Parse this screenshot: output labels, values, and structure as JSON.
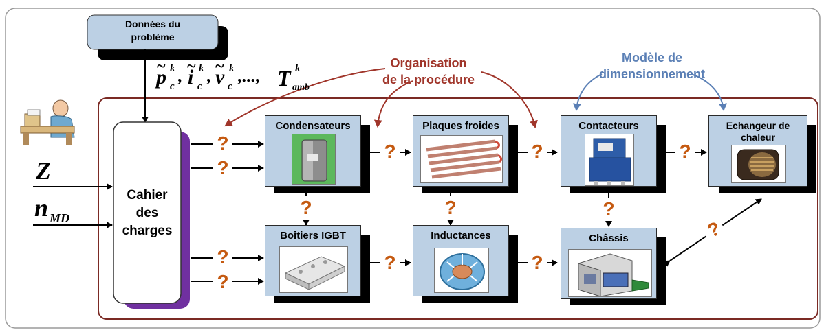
{
  "problem_data": "Données du\nproblème",
  "input_vars": {
    "pc": "p",
    "pc_sub": "c",
    "pc_sup": "k",
    "ic": "i",
    "ic_sub": "c",
    "ic_sup": "k",
    "vc": "v",
    "vc_sub": "c",
    "vc_sup": "k",
    "dots": ",...,",
    "tamb": "T",
    "tamb_sub": "amb",
    "tamb_sup": "k",
    "sep": ","
  },
  "z_var": "Z",
  "nmd_var": "n",
  "nmd_sub": "MD",
  "spec": "Cahier\ndes\ncharges",
  "annotations": {
    "organisation": "Organisation\nde la procédure",
    "modele": "Modèle de\ndimensionnement"
  },
  "components": {
    "condensateurs": "Condensateurs",
    "plaques": "Plaques froides",
    "contacteurs": "Contacteurs",
    "echangeur": "Echangeur de\nchaleur",
    "boitiers": "Boitiers IGBT",
    "inductances": "Inductances",
    "chassis": "Châssis"
  },
  "unknown_mark": "?",
  "colors": {
    "frame": "#7b2a24",
    "box_fill": "#bcd0e4",
    "question": "#c55a11",
    "organisation": "#a0352a",
    "modele": "#5a7fb5",
    "spec_bar": "#7030a0",
    "problem_fill": "#bcd0e4"
  },
  "icons": [
    "designer-icon",
    "capacitor-icon",
    "cold-plate-icon",
    "contactor-icon",
    "heat-exchanger-icon",
    "igbt-module-icon",
    "inductor-icon",
    "chassis-icon"
  ]
}
